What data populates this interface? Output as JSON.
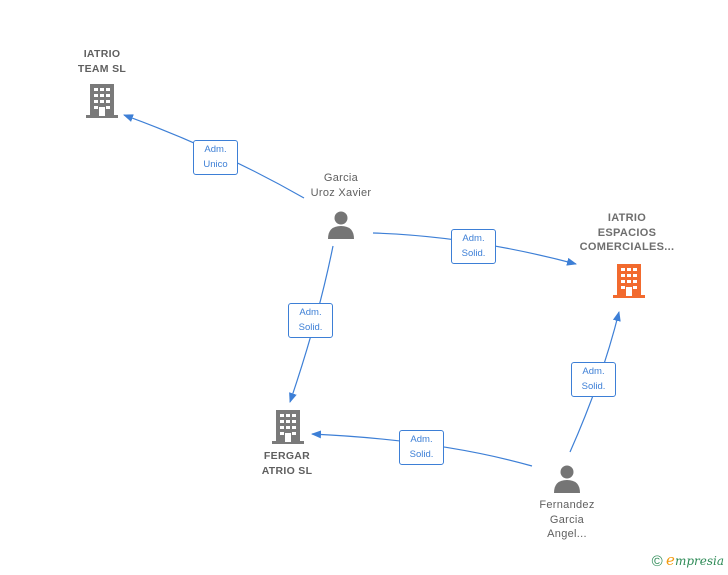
{
  "colors": {
    "edge": "#3d7fd6",
    "company_icon": "#7a7a7a",
    "company_icon_highlight": "#f26a2e",
    "person_icon": "#757575",
    "label_text": "#5f5f5f"
  },
  "nodes": {
    "iatrio_team": {
      "icon": "building-icon",
      "label": [
        "IATRIO",
        "TEAM  SL"
      ]
    },
    "iatrio_espacios": {
      "icon": "building-icon",
      "label": [
        "IATRIO",
        "ESPACIOS",
        "COMERCIALES..."
      ]
    },
    "fergar_atrio": {
      "icon": "building-icon",
      "label": [
        "FERGAR",
        "ATRIO SL"
      ]
    },
    "garcia_uroz": {
      "icon": "person-icon",
      "label": [
        "Garcia",
        "Uroz Xavier"
      ]
    },
    "fernandez_garcia": {
      "icon": "person-icon",
      "label": [
        "Fernandez",
        "Garcia",
        "Angel..."
      ]
    }
  },
  "edges": [
    {
      "from": "garcia_uroz",
      "to": "iatrio_team",
      "label": [
        "Adm.",
        "Unico"
      ]
    },
    {
      "from": "garcia_uroz",
      "to": "iatrio_espacios",
      "label": [
        "Adm.",
        "Solid."
      ]
    },
    {
      "from": "garcia_uroz",
      "to": "fergar_atrio",
      "label": [
        "Adm.",
        "Solid."
      ]
    },
    {
      "from": "fernandez_garcia",
      "to": "fergar_atrio",
      "label": [
        "Adm.",
        "Solid."
      ]
    },
    {
      "from": "fernandez_garcia",
      "to": "iatrio_espacios",
      "label": [
        "Adm.",
        "Solid."
      ]
    }
  ],
  "watermark": {
    "symbol": "©",
    "brand_first": "e",
    "brand_rest": "mpresia"
  }
}
